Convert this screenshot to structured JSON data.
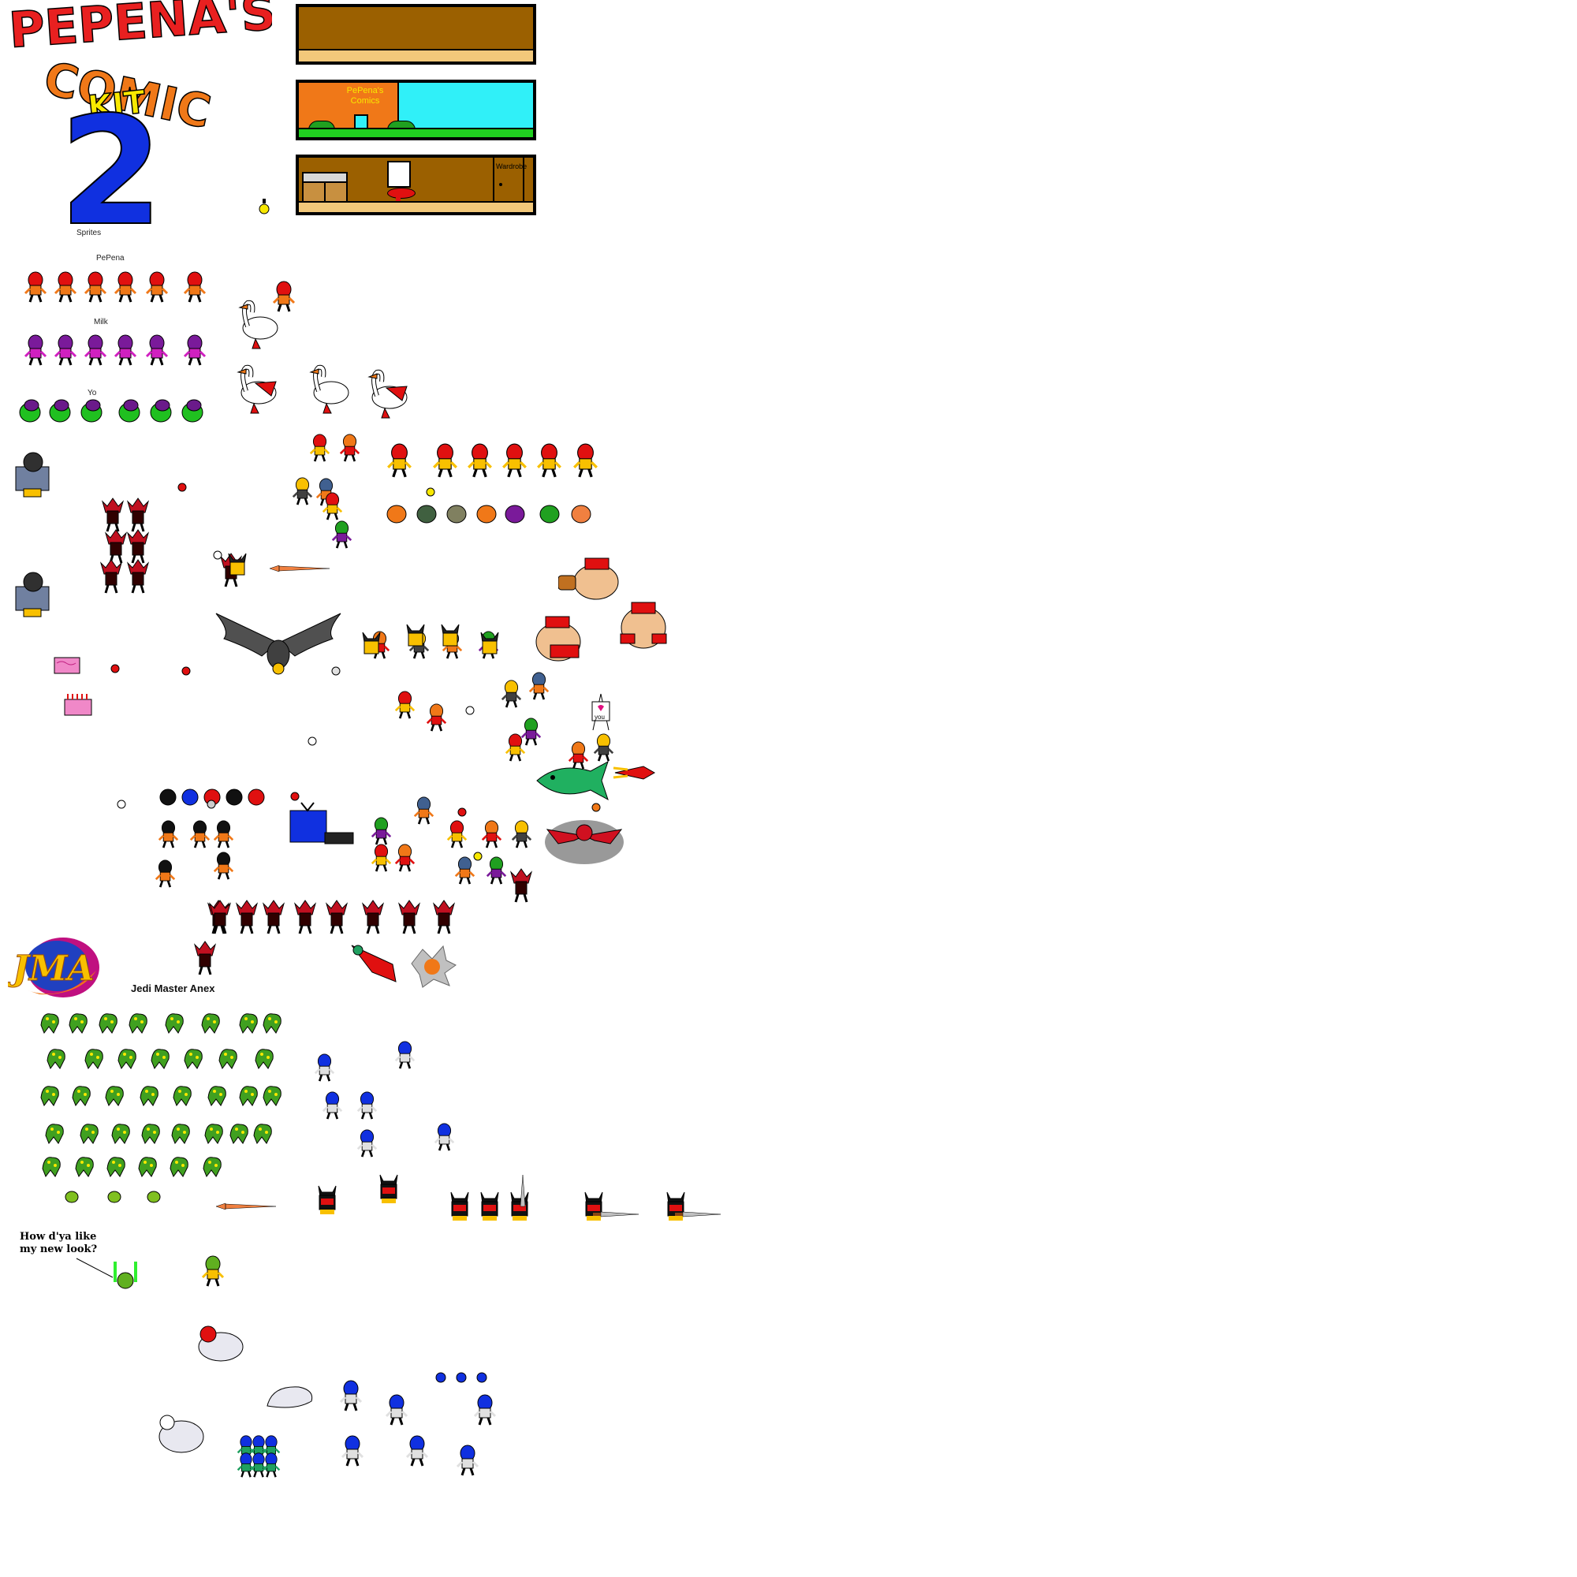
{
  "title": {
    "line1": "PEPENA'S",
    "line2": "COMIC",
    "line3": "KIT",
    "number": "2"
  },
  "backgrounds": {
    "shop_sign": "PePena's Comics",
    "wardrobe": "Wardrobe"
  },
  "labels": {
    "sprites": "Sprites",
    "pepena": "PePena",
    "milk": "Milk",
    "yo": "Yo",
    "jedi_master_anex": "Jedi Master Anex",
    "easel_text": "you"
  },
  "logo": {
    "text": "JMA"
  },
  "speech": {
    "line1": "How d'ya like",
    "line2": "my new look?"
  },
  "colors": {
    "red": "#e01010",
    "orange": "#f07818",
    "yellow": "#f8e800",
    "blue": "#1030e0",
    "brown": "#9b6000",
    "cyan": "#30f0f8",
    "green": "#20c020",
    "magenta": "#d020c0",
    "purple": "#6a1a8a",
    "black": "#111111"
  }
}
